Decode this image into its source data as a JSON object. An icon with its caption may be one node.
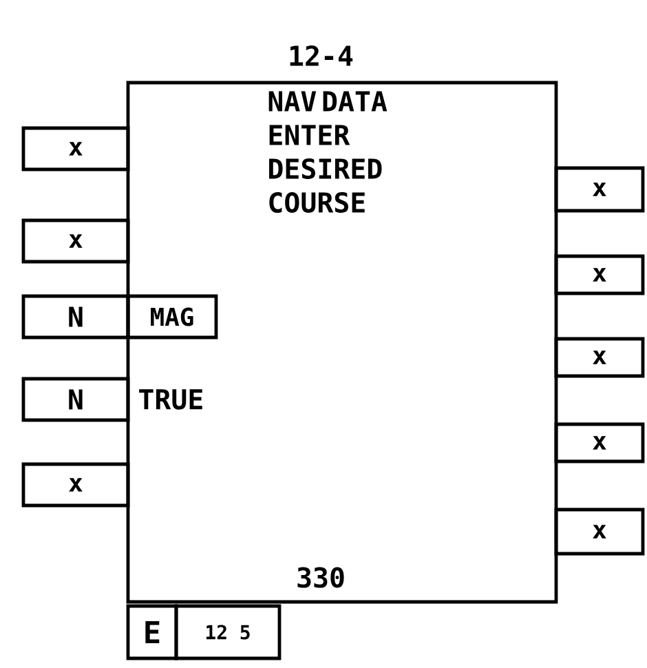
{
  "diagram": {
    "nodes": [
      {
        "text": [
          "12-4",
          "NAV DATA ENTER DESIRED COURSE",
          "330"
        ]
      },
      {
        "text": [
          "MAG"
        ],
        "in": 0
      },
      {
        "text": [
          "x"
        ]
      },
      {
        "text": [
          "x"
        ]
      },
      {
        "text": [
          "N"
        ]
      },
      {
        "text": [
          "N"
        ]
      },
      {
        "text": [
          "x"
        ]
      },
      {
        "text": [
          "x"
        ]
      },
      {
        "text": [
          "x"
        ]
      },
      {
        "text": [
          "x"
        ]
      },
      {
        "text": [
          "x"
        ]
      },
      {
        "text": [
          "x"
        ]
      },
      {
        "text": [
          "E"
        ]
      },
      {
        "text": [
          "12 5"
        ]
      }
    ],
    "labels": [
      "TRUE"
    ]
  }
}
